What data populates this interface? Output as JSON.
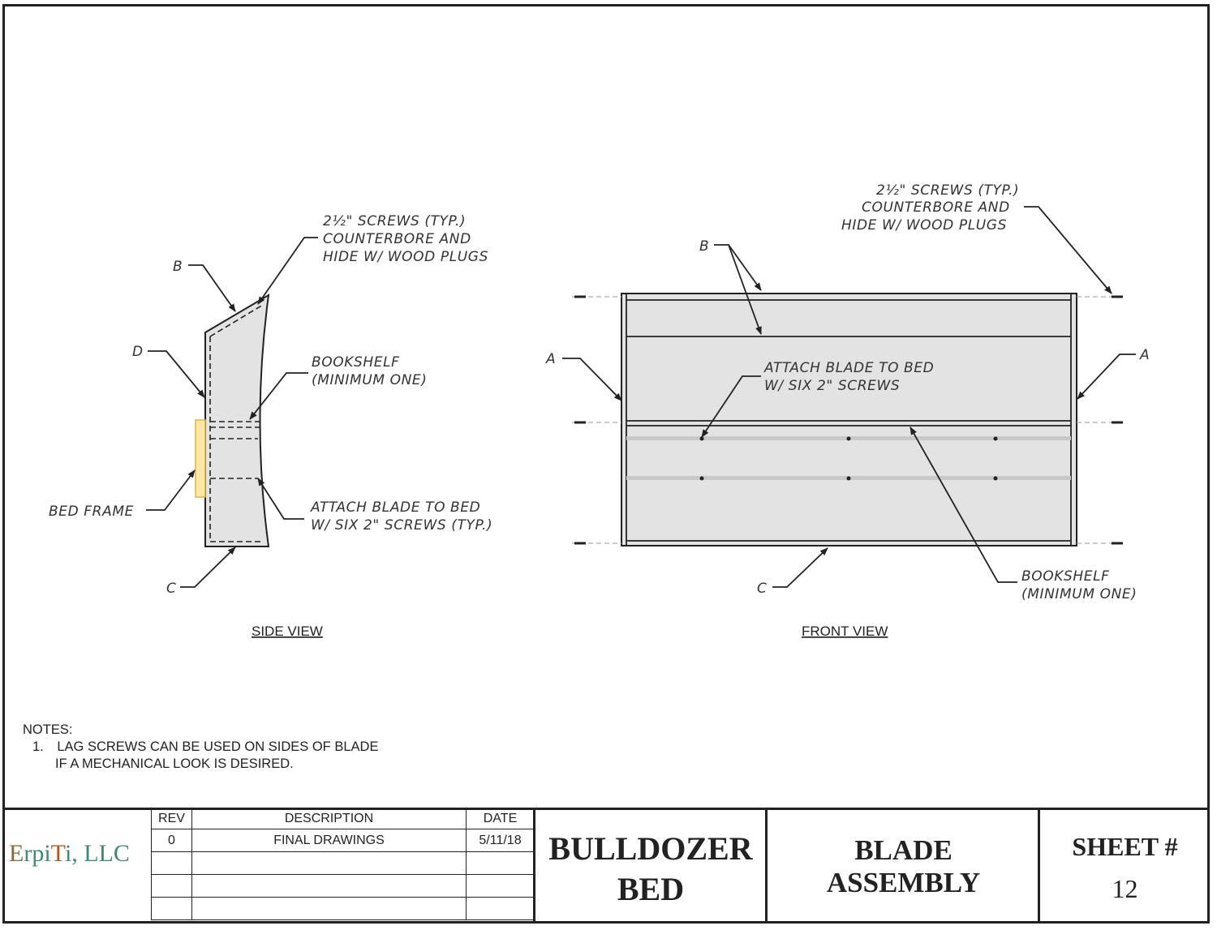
{
  "side_view": {
    "title": "SIDE VIEW",
    "labels": {
      "b": "B",
      "d": "D",
      "c": "C",
      "screws_1": "2½\" SCREWS (TYP.)",
      "screws_2": "COUNTERBORE AND",
      "screws_3": "HIDE W/ WOOD PLUGS",
      "bookshelf_1": "BOOKSHELF",
      "bookshelf_2": "(MINIMUM ONE)",
      "bed_frame": "BED FRAME",
      "attach_1": "ATTACH BLADE TO BED",
      "attach_2": "W/ SIX 2\" SCREWS (TYP.)"
    }
  },
  "front_view": {
    "title": "FRONT VIEW",
    "labels": {
      "b": "B",
      "a_left": "A",
      "a_right": "A",
      "c": "C",
      "screws_1": "2½\" SCREWS (TYP.)",
      "screws_2": "COUNTERBORE AND",
      "screws_3": "HIDE W/ WOOD PLUGS",
      "attach_1": "ATTACH BLADE TO BED",
      "attach_2": "W/ SIX 2\" SCREWS",
      "bookshelf_1": "BOOKSHELF",
      "bookshelf_2": "(MINIMUM ONE)"
    }
  },
  "notes": {
    "heading": "NOTES:",
    "items": [
      {
        "number": "1.",
        "line1": "LAG SCREWS CAN BE USED ON SIDES OF BLADE",
        "line2": "IF A MECHANICAL LOOK IS DESIRED."
      }
    ]
  },
  "title_block": {
    "logo": {
      "first": "E",
      "mid": "rpi",
      "accent": "T",
      "rest": "i, LLC"
    },
    "revision_table": {
      "headers": {
        "rev": "REV",
        "description": "DESCRIPTION",
        "date": "DATE"
      },
      "rows": [
        {
          "rev": "0",
          "description": "FINAL DRAWINGS",
          "date": "5/11/18"
        },
        {
          "rev": "",
          "description": "",
          "date": ""
        },
        {
          "rev": "",
          "description": "",
          "date": ""
        },
        {
          "rev": "",
          "description": "",
          "date": ""
        }
      ]
    },
    "project_line1": "BULLDOZER",
    "project_line2": "BED",
    "drawing_line1": "BLADE",
    "drawing_line2": "ASSEMBLY",
    "sheet_label": "SHEET #",
    "sheet_number": "12"
  },
  "colors": {
    "line": "#222222",
    "panel_fill": "#e3e3e3",
    "bed_frame_fill": "#fde8a8",
    "bed_frame_stroke": "#e8b23a"
  }
}
